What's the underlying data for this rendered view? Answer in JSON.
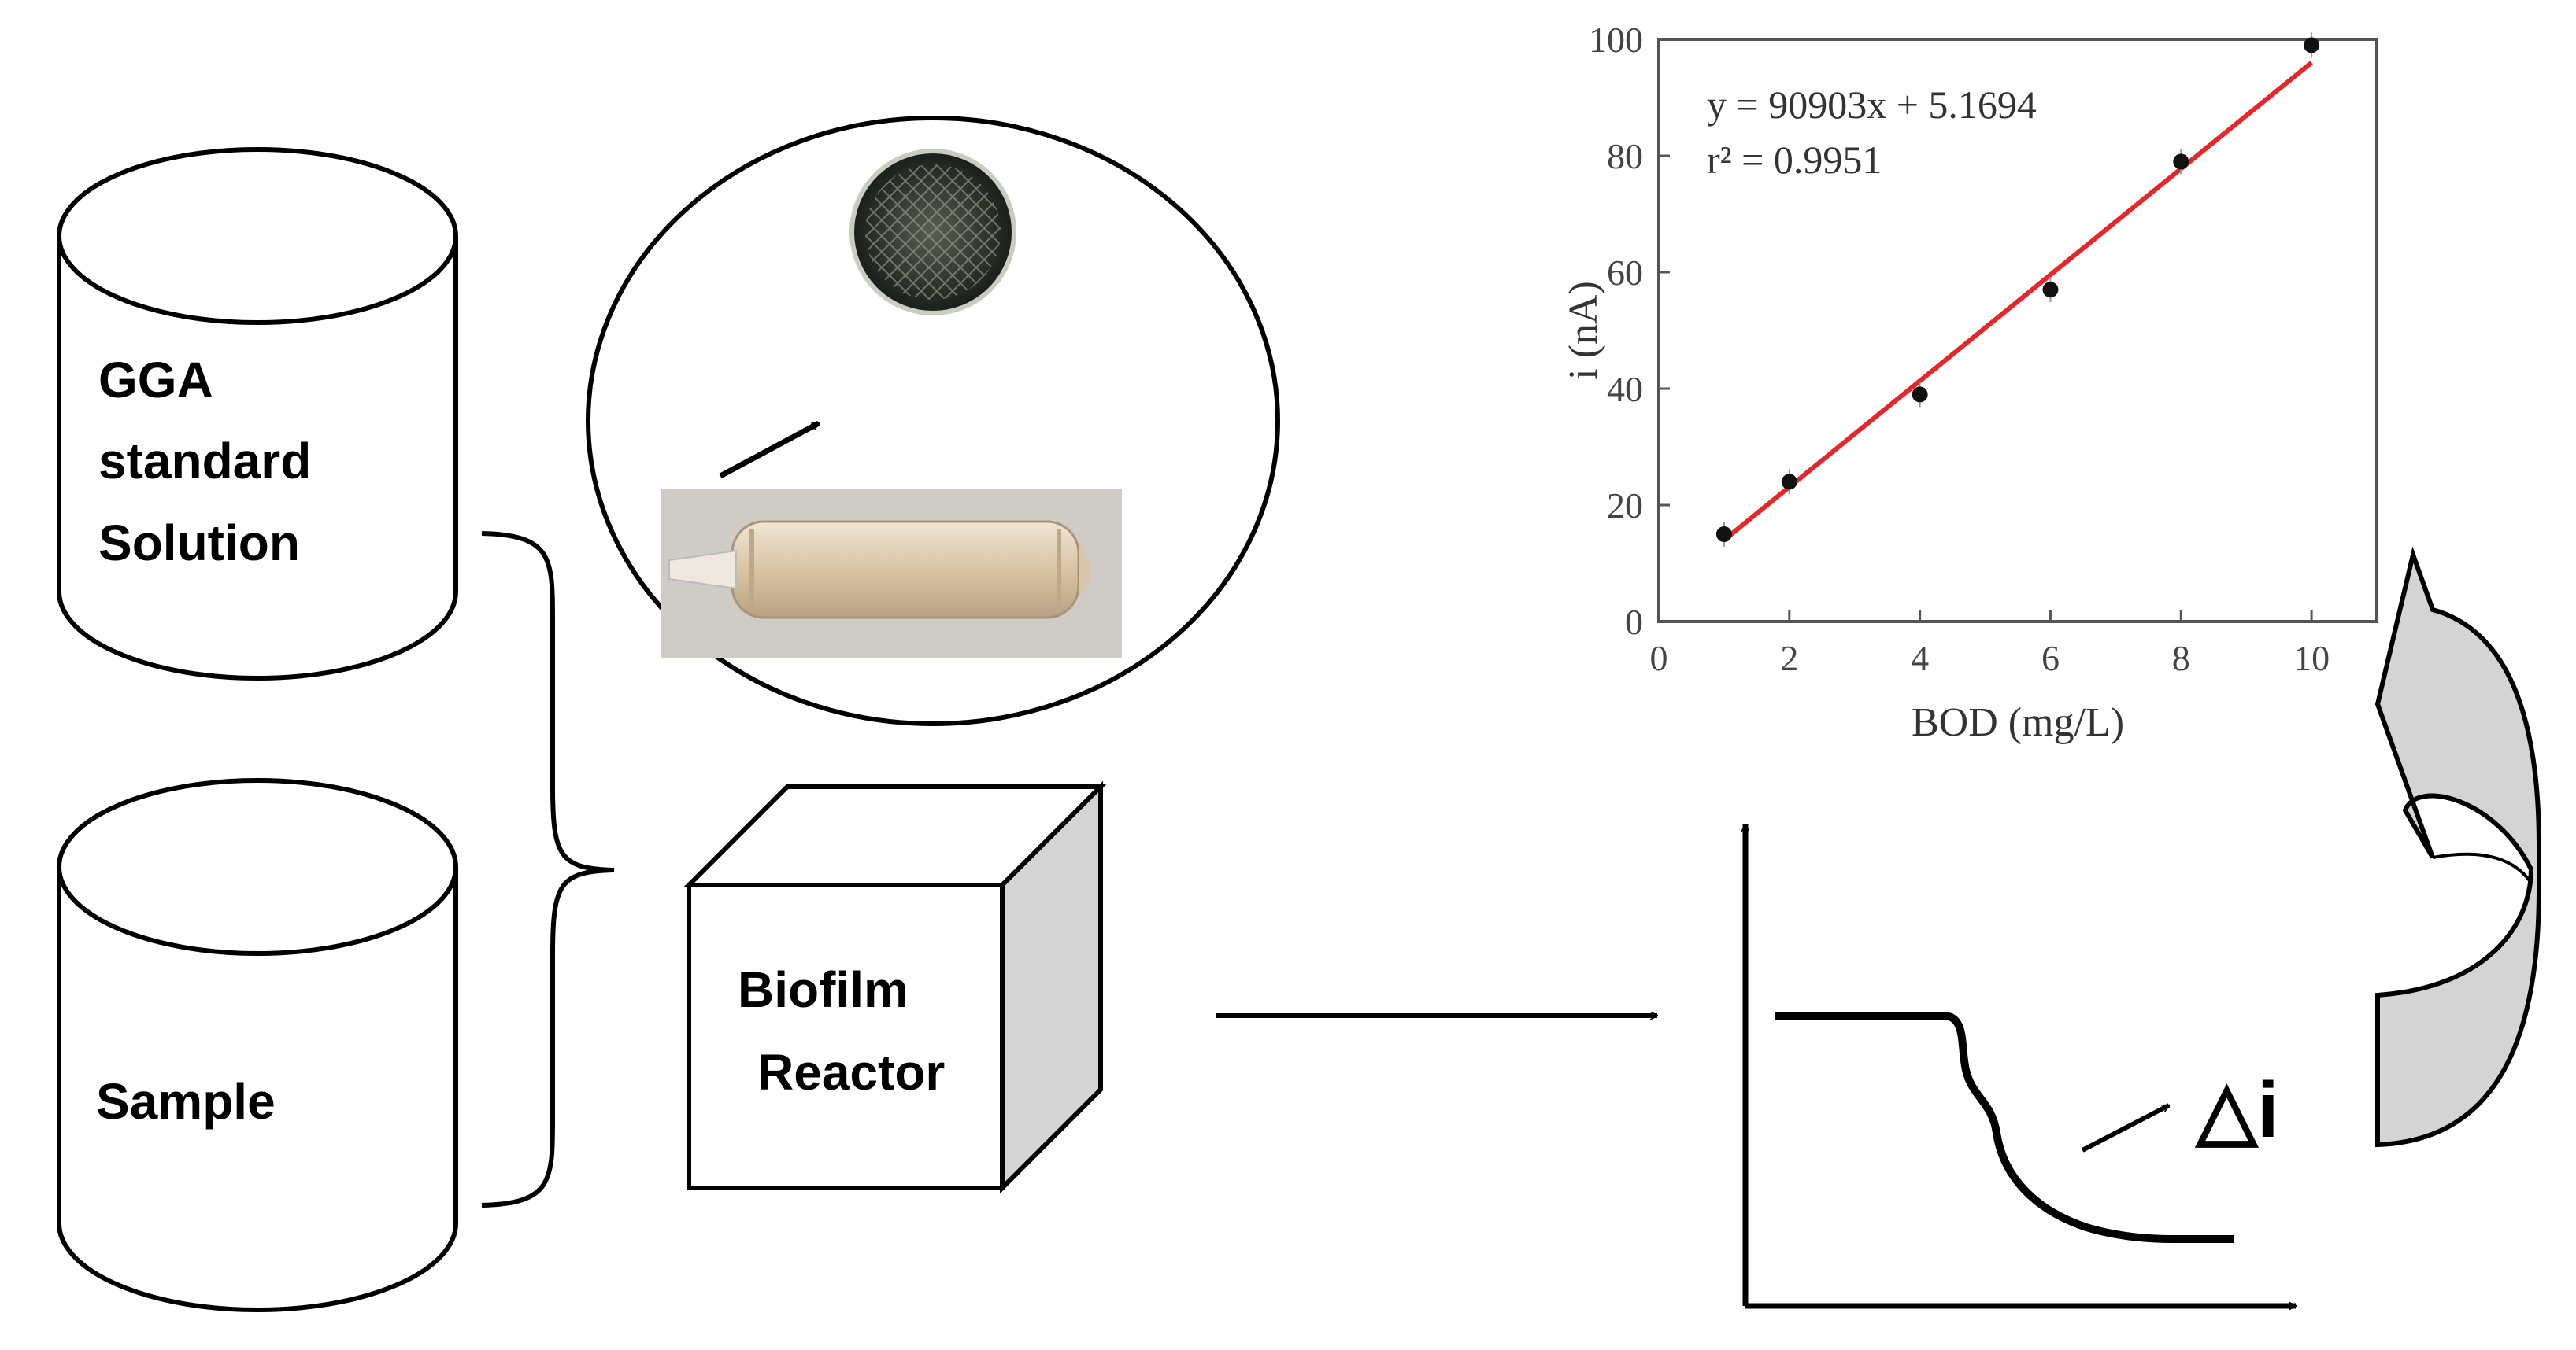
{
  "cylinders": {
    "top": {
      "lines": [
        "GGA",
        "standard",
        "Solution"
      ]
    },
    "bottom": {
      "label": "Sample"
    }
  },
  "reactor": {
    "lines": [
      "Biofilm",
      "Reactor"
    ]
  },
  "signal": {
    "delta_label": "△i"
  },
  "chart_data": {
    "type": "scatter",
    "xlabel": "BOD (mg/L)",
    "ylabel": "i (nA)",
    "xlim": [
      0,
      11
    ],
    "ylim": [
      0,
      100
    ],
    "xticks": [
      0,
      2,
      4,
      6,
      8,
      10
    ],
    "yticks": [
      0,
      20,
      40,
      60,
      80,
      100
    ],
    "xtick_labels": [
      "0",
      "2",
      "4",
      "6",
      "8",
      "10"
    ],
    "ytick_labels": [
      "0",
      "20",
      "40",
      "60",
      "80",
      "100"
    ],
    "points": [
      {
        "x": 1,
        "y": 15
      },
      {
        "x": 2,
        "y": 24
      },
      {
        "x": 4,
        "y": 39
      },
      {
        "x": 6,
        "y": 57
      },
      {
        "x": 8,
        "y": 79
      },
      {
        "x": 10,
        "y": 99
      }
    ],
    "fit": {
      "x": [
        1,
        10
      ],
      "y": [
        14,
        96
      ],
      "color": "#e8262a"
    },
    "equation": "y = 90903x + 5.1694",
    "r2": "r² = 0.9951",
    "grid": false
  }
}
